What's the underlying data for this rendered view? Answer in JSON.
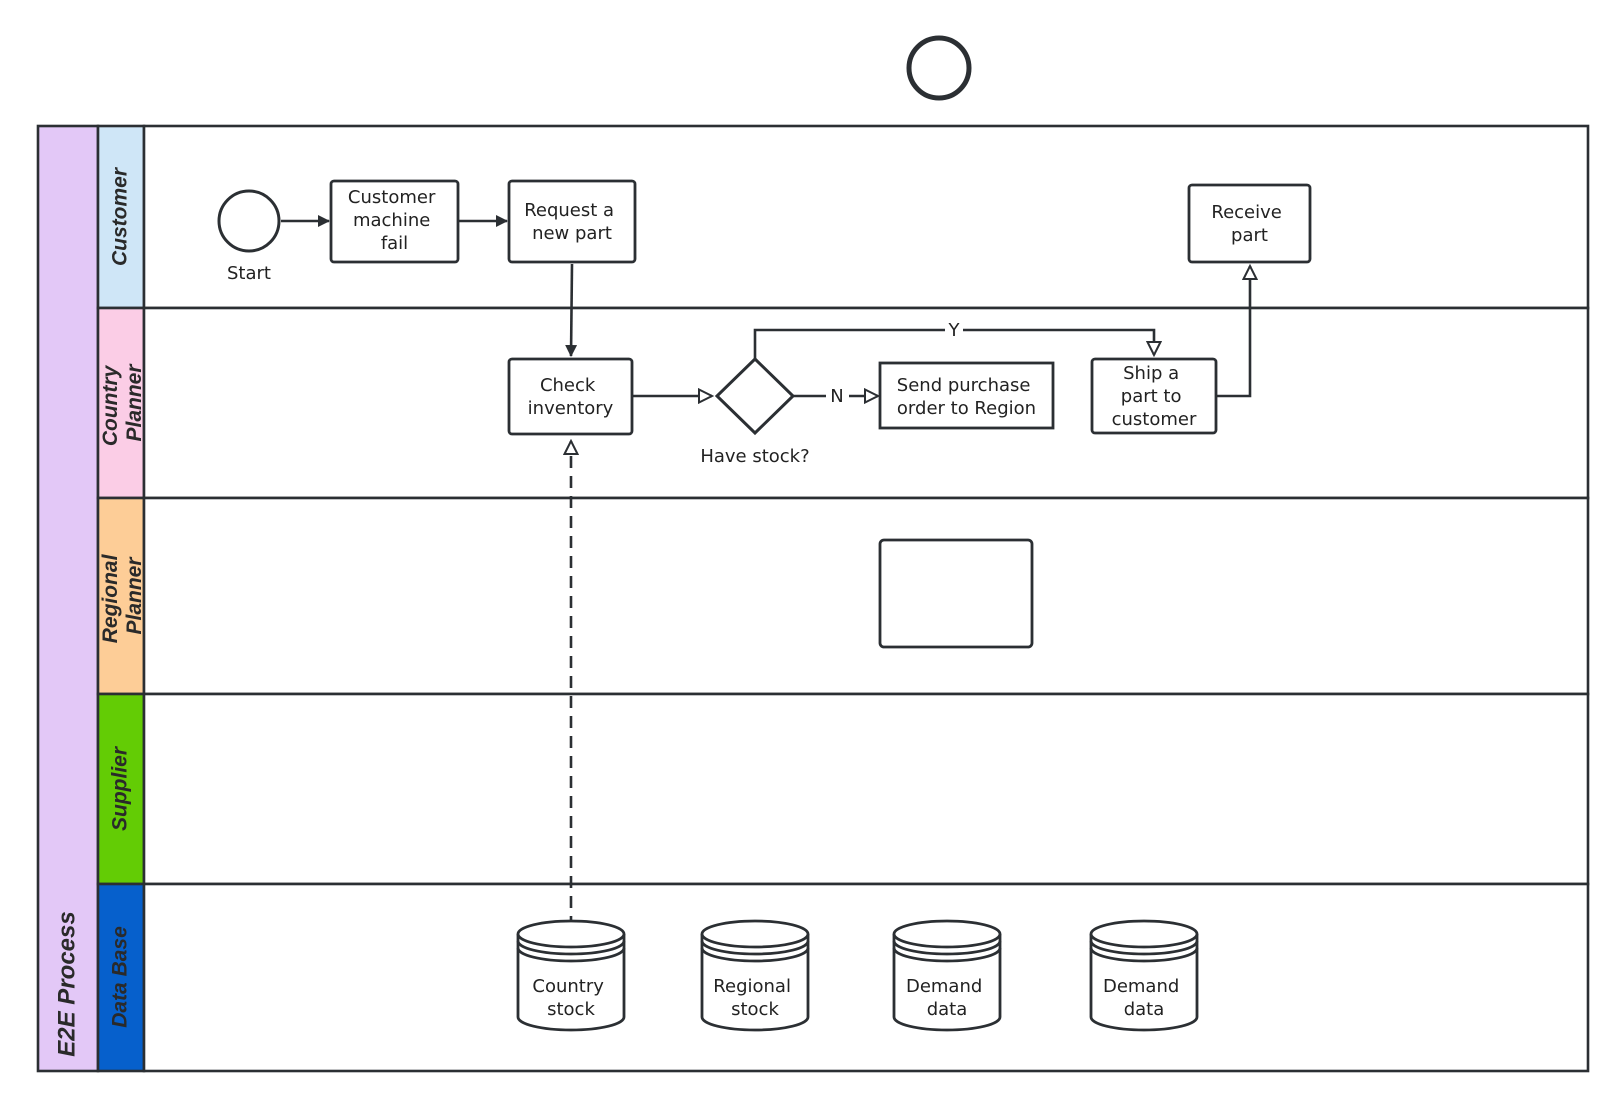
{
  "pool": {
    "label": "E2E Process",
    "color": "#e3c8f7"
  },
  "lanes": [
    {
      "id": "customer",
      "label": "Customer",
      "color": "#cfe6f7"
    },
    {
      "id": "country",
      "label": "Country Planner",
      "lines": [
        "Country",
        "Planner"
      ],
      "color": "#fbcde6"
    },
    {
      "id": "regional",
      "label": "Regional Planner",
      "lines": [
        "Regional",
        "Planner"
      ],
      "color": "#fdcd97"
    },
    {
      "id": "supplier",
      "label": "Supplier",
      "color": "#63cc05"
    },
    {
      "id": "database",
      "label": "Data Base",
      "color": "#0660cc"
    }
  ],
  "nodes": {
    "start": {
      "label": "Start"
    },
    "customer_fail": {
      "lines": [
        "Customer",
        "machine",
        "fail"
      ]
    },
    "request_part": {
      "lines": [
        "Request a",
        "new part"
      ]
    },
    "receive_part": {
      "lines": [
        "Receive",
        "part"
      ]
    },
    "check_inventory": {
      "lines": [
        "Check",
        "inventory"
      ]
    },
    "have_stock": {
      "label": "Have stock?"
    },
    "send_po": {
      "lines": [
        "Send purchase",
        "order to Region"
      ]
    },
    "ship_part": {
      "lines": [
        "Ship a",
        "part to",
        "customer"
      ]
    },
    "regional_task": {
      "lines": []
    },
    "db_country": {
      "lines": [
        "Country",
        "stock"
      ]
    },
    "db_regional": {
      "lines": [
        "Regional",
        "stock"
      ]
    },
    "db_demand_1": {
      "lines": [
        "Demand",
        "data"
      ]
    },
    "db_demand_2": {
      "lines": [
        "Demand",
        "data"
      ]
    }
  },
  "edge_labels": {
    "yes": "Y",
    "no": "N"
  }
}
